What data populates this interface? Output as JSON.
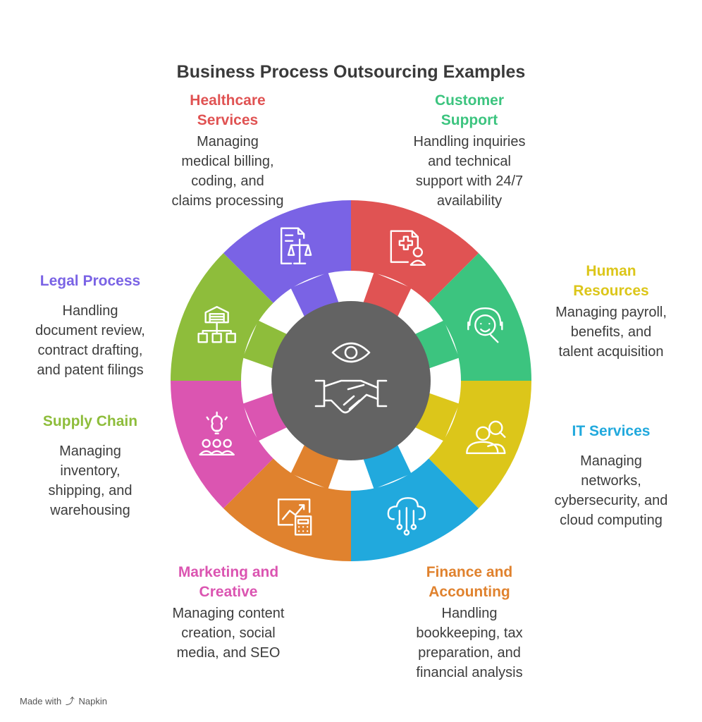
{
  "title": "Business Process Outsourcing Examples",
  "footer": {
    "made_with": "Made with",
    "brand": "Napkin"
  },
  "center": {
    "icons": [
      "eye-icon",
      "handshake-icon"
    ],
    "color": "#636363"
  },
  "segments": [
    {
      "key": "healthcare",
      "title": "Healthcare Services",
      "title_lines": [
        "Healthcare",
        "Services"
      ],
      "desc_lines": [
        "Managing",
        "medical billing,",
        "coding, and",
        "claims processing"
      ],
      "color": "#e05353",
      "icon": "medical-document-icon"
    },
    {
      "key": "customer",
      "title": "Customer Support",
      "title_lines": [
        "Customer",
        "Support"
      ],
      "desc_lines": [
        "Handling inquiries",
        "and technical",
        "support with 24/7",
        "availability"
      ],
      "color": "#3cc47f",
      "icon": "headset-agent-icon"
    },
    {
      "key": "hr",
      "title": "Human Resources",
      "title_lines": [
        "Human",
        "Resources"
      ],
      "desc_lines": [
        "Managing payroll,",
        "benefits, and",
        "talent acquisition"
      ],
      "color": "#dcc61a",
      "icon": "people-search-icon"
    },
    {
      "key": "it",
      "title": "IT Services",
      "title_lines": [
        "IT Services"
      ],
      "desc_lines": [
        "Managing",
        "networks,",
        "cybersecurity, and",
        "cloud computing"
      ],
      "color": "#21a9dd",
      "icon": "cloud-network-icon"
    },
    {
      "key": "finance",
      "title": "Finance and Accounting",
      "title_lines": [
        "Finance and",
        "Accounting"
      ],
      "desc_lines": [
        "Handling",
        "bookkeeping, tax",
        "preparation, and",
        "financial analysis"
      ],
      "color": "#e0822e",
      "icon": "chart-calculator-icon"
    },
    {
      "key": "marketing",
      "title": "Marketing and Creative",
      "title_lines": [
        "Marketing and",
        "Creative"
      ],
      "desc_lines": [
        "Managing content",
        "creation, social",
        "media, and SEO"
      ],
      "color": "#db55b1",
      "icon": "idea-team-icon"
    },
    {
      "key": "supply",
      "title": "Supply Chain",
      "title_lines": [
        "Supply Chain"
      ],
      "desc_lines": [
        "Managing",
        "inventory,",
        "shipping, and",
        "warehousing"
      ],
      "color": "#8ebd3b",
      "icon": "warehouse-network-icon"
    },
    {
      "key": "legal",
      "title": "Legal Process",
      "title_lines": [
        "Legal Process"
      ],
      "desc_lines": [
        "Handling",
        "document review,",
        "contract drafting,",
        "and patent filings"
      ],
      "color": "#7a63e5",
      "icon": "legal-document-icon"
    }
  ]
}
